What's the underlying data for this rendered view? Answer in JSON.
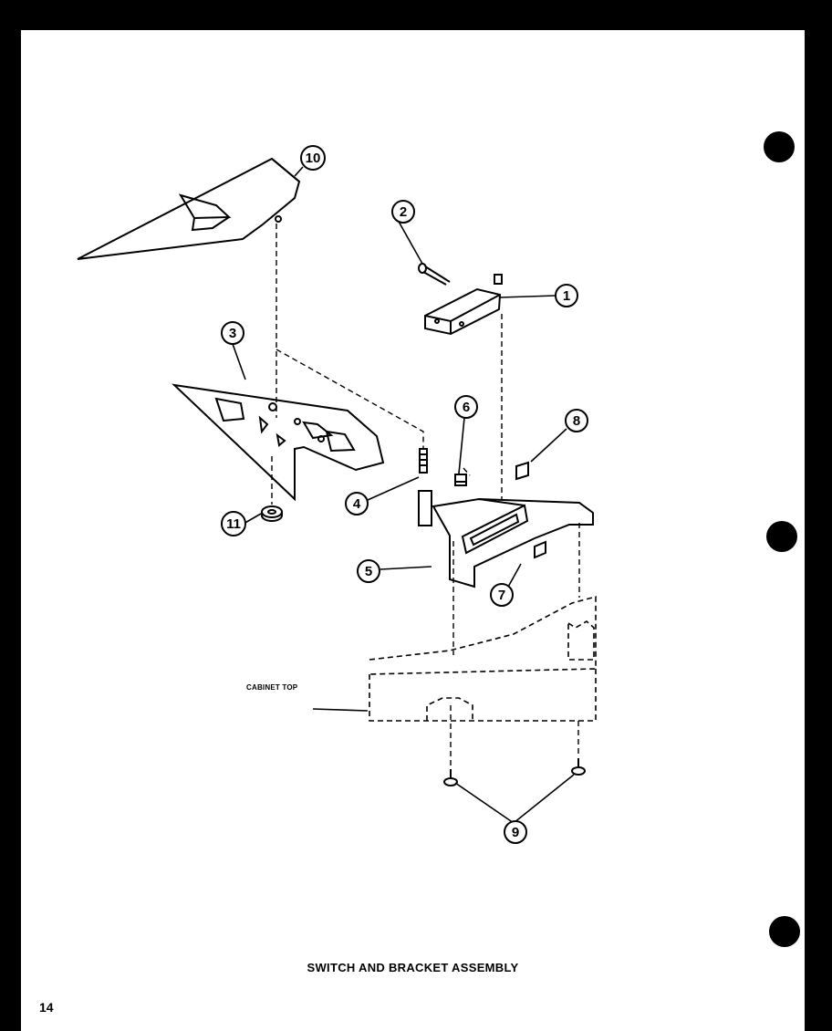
{
  "diagram": {
    "caption": "SWITCH AND BRACKET ASSEMBLY",
    "cabinet_label": "CABINET TOP",
    "page_number": "14",
    "callouts": [
      "1",
      "2",
      "3",
      "4",
      "5",
      "6",
      "7",
      "8",
      "9",
      "10",
      "11"
    ]
  },
  "colors": {
    "line": "#000000",
    "paper": "#ffffff",
    "border": "#000000"
  }
}
